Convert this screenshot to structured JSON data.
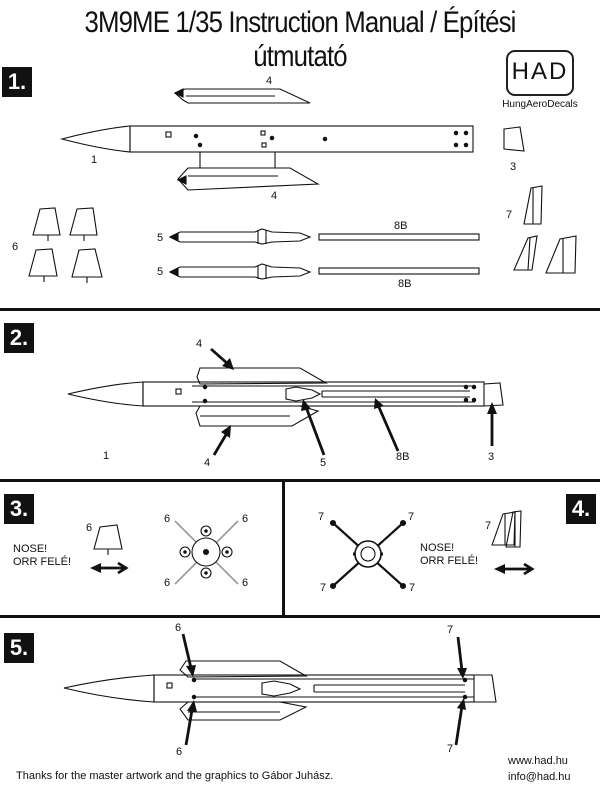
{
  "title": "3M9ME 1/35 Instruction Manual / Építési útmutató",
  "logo": {
    "mark": "HAD",
    "name": "HungAeroDecals"
  },
  "steps": [
    "1.",
    "2.",
    "3.",
    "4.",
    "5."
  ],
  "step1": {
    "labels": {
      "fins_top": "4",
      "body": "1",
      "fins_bottom": "4",
      "end_cap": "3",
      "canards": "6",
      "wings": "7",
      "rod_top": "5",
      "rod_bottom": "5",
      "tube_top": "8B",
      "tube_bottom": "8B"
    }
  },
  "step2": {
    "labels": {
      "fin_top": "4",
      "body": "1",
      "fin_bottom": "4",
      "rod": "5",
      "tube": "8B",
      "cap": "3"
    }
  },
  "step3": {
    "part": "6",
    "nose_text": "NOSE!",
    "orr_text": "ORR FELÉ!",
    "corners": [
      "6",
      "6",
      "6",
      "6"
    ]
  },
  "step4": {
    "part": "7",
    "nose_text": "NOSE!",
    "orr_text": "ORR FELÉ!",
    "corners": [
      "7",
      "7",
      "7",
      "7"
    ]
  },
  "step5": {
    "labels": {
      "top_left": "6",
      "bottom_left": "6",
      "top_right": "7",
      "bottom_right": "7"
    }
  },
  "footer": {
    "credit": "Thanks for the master artwork and the graphics to Gábor Juhász.",
    "web": "www.had.hu",
    "email": "info@had.hu"
  }
}
